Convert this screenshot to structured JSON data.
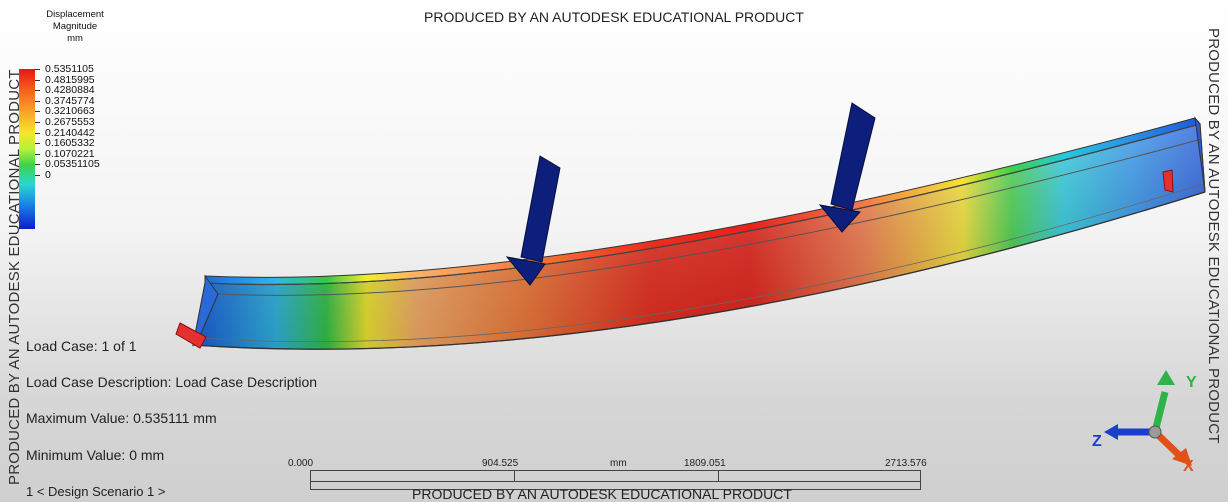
{
  "watermark": "PRODUCED BY AN AUTODESK EDUCATIONAL PRODUCT",
  "legend": {
    "title_lines": [
      "Displacement",
      "Magnitude",
      "mm"
    ],
    "values": [
      "0.5351105",
      "0.4815995",
      "0.4280884",
      "0.3745774",
      "0.3210663",
      "0.2675553",
      "0.2140442",
      "0.1605332",
      "0.1070221",
      "0.05351105",
      "0"
    ]
  },
  "info": {
    "load_case": "Load Case:  1 of 1",
    "load_case_description": "Load Case Description:  Load Case Description",
    "maximum_value": "Maximum Value: 0.535111 mm",
    "minimum_value": "Minimum Value: 0 mm",
    "design_scenario": "1 < Design Scenario 1 >"
  },
  "scale_bar": {
    "ticks": [
      "0.000",
      "904.525",
      "1809.051",
      "2713.576"
    ],
    "unit": "mm"
  },
  "triad": {
    "x": "X",
    "y": "Y",
    "z": "Z"
  },
  "colors": {
    "max": "#e8151a",
    "mid": "#3ed24a",
    "min": "#0a1ec8",
    "load_arrow": "#0d1f7a",
    "constraint": "#e63030"
  }
}
